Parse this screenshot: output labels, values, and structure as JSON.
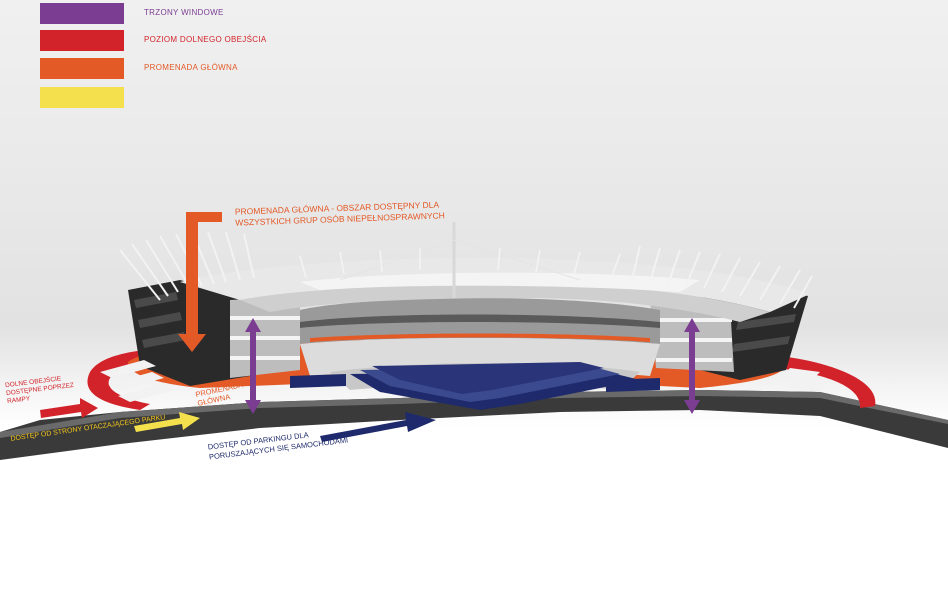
{
  "legend": [
    {
      "label": "TRZONY WINDOWE",
      "color": "#7b3d91"
    },
    {
      "label": "POZIOM DOLNEGO OBEJŚCIA",
      "color": "#d2232a"
    },
    {
      "label": "PROMENADA GŁÓWNA",
      "color": "#e35a27"
    },
    {
      "label": "",
      "color": "#f4e04d"
    }
  ],
  "annotations": {
    "main_promenade": [
      "PROMENADA GŁÓWNA - OBSZAR DOSTĘPNY DLA",
      "WSZYSTKICH GRUP OSÓB NIEPEŁNOSPRAWNYCH"
    ],
    "lower_walkway": [
      "DOLNE OBEJŚCIE",
      "DOSTĘPNE POPRZEZ",
      "RAMPY"
    ],
    "promenade_tag": [
      "PROMENADA",
      "GŁÓWNA"
    ],
    "park_access": "DOSTĘP OD STRONY OTACZAJĄCEGO PARKU",
    "parking_access": [
      "DOSTĘP OD PARKINGU DLA",
      "PORUSZAJĄCYCH SIĘ SAMOCHODAMI"
    ]
  },
  "colors": {
    "elevator": "#7b3d91",
    "lower_level": "#d2232a",
    "promenade": "#e35a27",
    "park_arrow": "#f4e04d",
    "parking_arrow": "#1e2a6b",
    "ground": "#3a3a3a",
    "stadium_facade": "#2a2a2a",
    "roof": "#e8e8e8"
  },
  "icons": {
    "promenade_arrow": "orange-down-arrow-icon",
    "lift_arrows": "purple-double-arrow-icon",
    "park_arrow": "yellow-right-arrow-icon",
    "parking_arrow": "navy-right-arrow-icon",
    "lower_arrow": "red-right-arrow-icon"
  }
}
